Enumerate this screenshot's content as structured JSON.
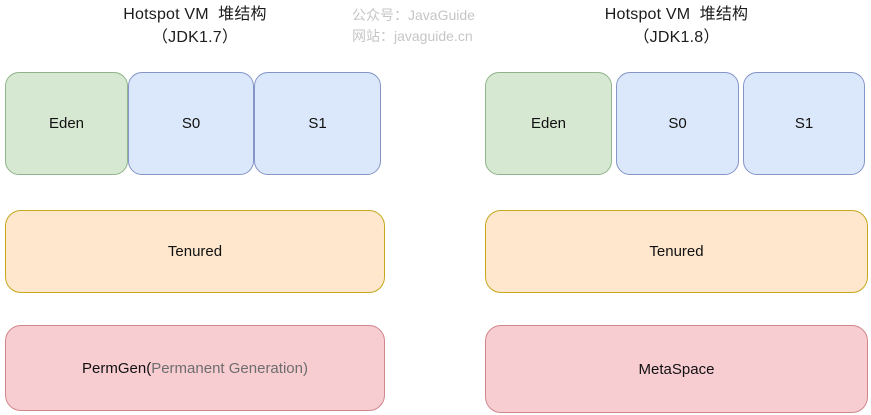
{
  "watermark": {
    "line1": "公众号：JavaGuide",
    "line2": "网站：javaguide.cn"
  },
  "columns": [
    {
      "title_line1": "Hotspot VM  堆结构",
      "title_line2": "（JDK1.7）",
      "young": [
        {
          "label": "Eden"
        },
        {
          "label": "S0"
        },
        {
          "label": "S1"
        }
      ],
      "tenured_label": "Tenured",
      "bottom": {
        "main": "PermGen(",
        "secondary": "Permanent Generation)"
      }
    },
    {
      "title_line1": "Hotspot VM  堆结构",
      "title_line2": "（JDK1.8）",
      "young": [
        {
          "label": "Eden"
        },
        {
          "label": "S0"
        },
        {
          "label": "S1"
        }
      ],
      "tenured_label": "Tenured",
      "bottom": {
        "main": "MetaSpace",
        "secondary": ""
      }
    }
  ],
  "colors": {
    "eden_fill": "#d7e8d2",
    "eden_border": "#8fb38a",
    "survivor_fill": "#dbe7fa",
    "survivor_border": "#8495c6",
    "tenured_fill": "#ffe7cd",
    "tenured_border": "#c5a81e",
    "bottom_fill": "#f7cdd1",
    "bottom_border": "#cf878c",
    "secondary_text": "#6d6d6d",
    "watermark_text": "#c6c6c6"
  }
}
